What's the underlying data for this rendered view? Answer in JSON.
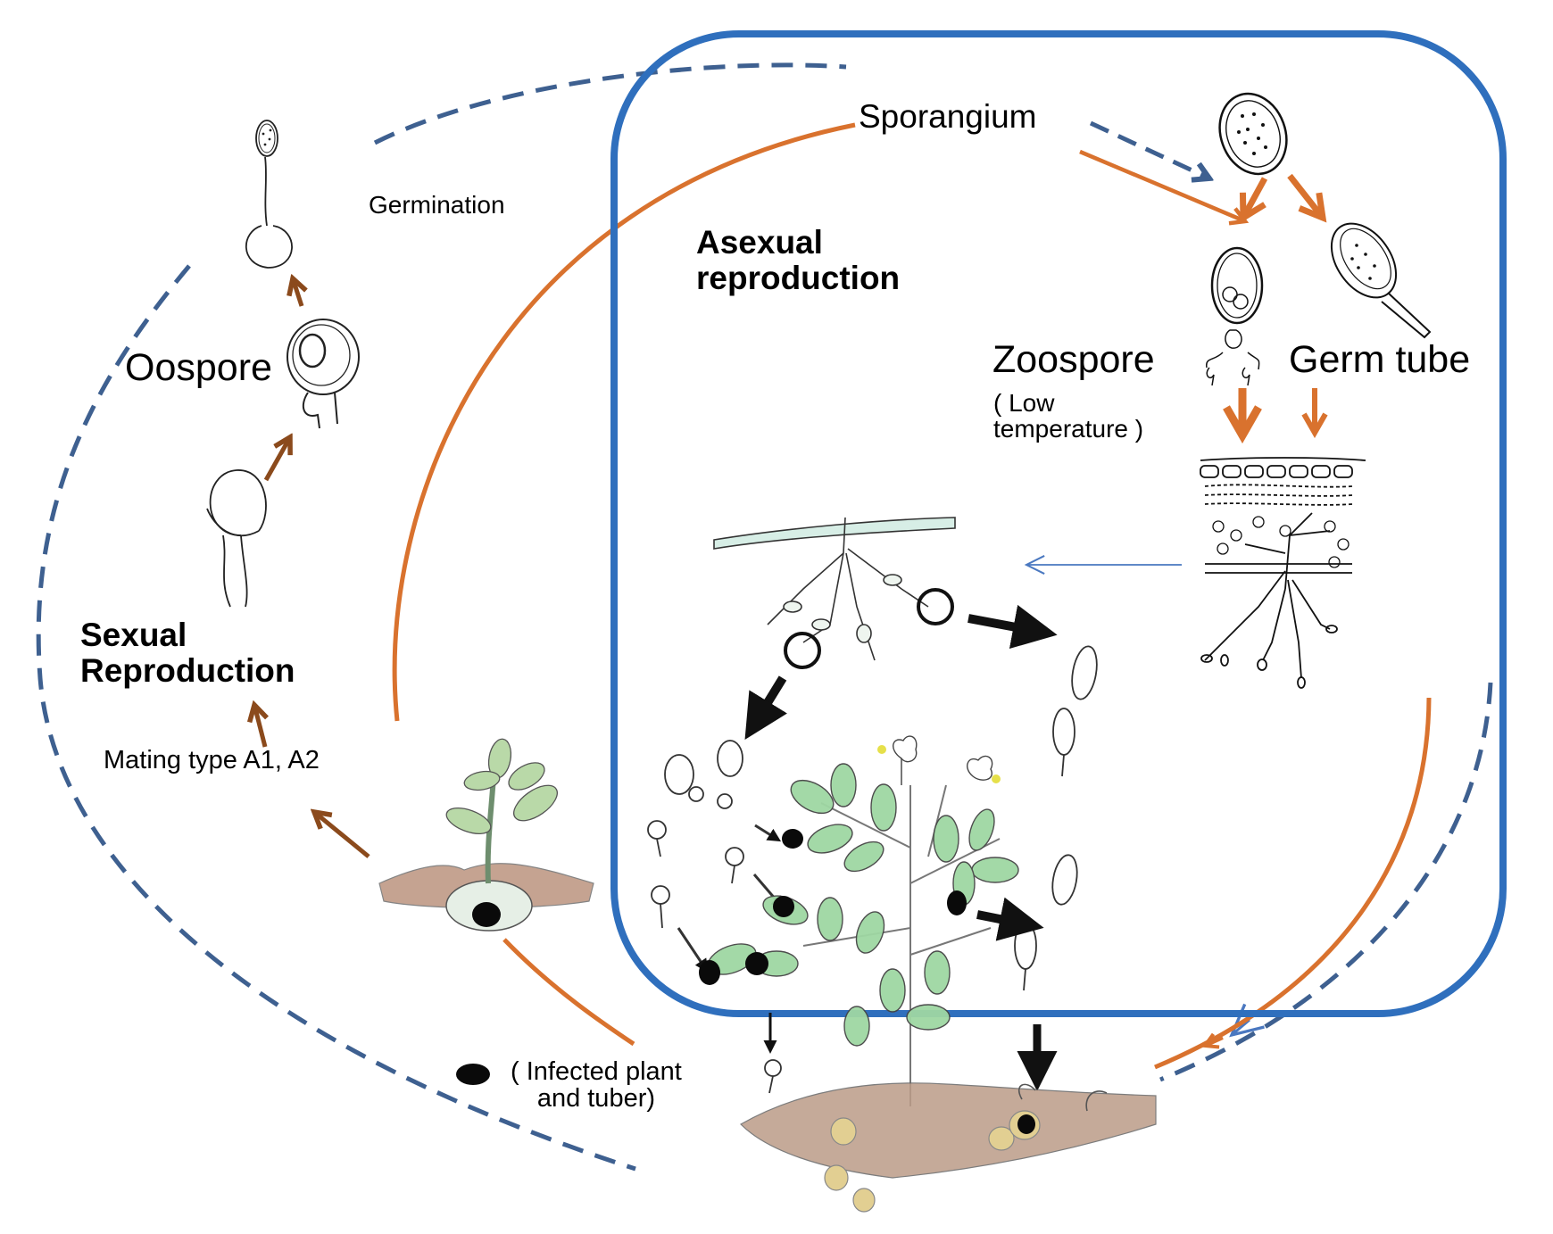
{
  "title": "Disease cycle of late blight (Phytophthora infestans)",
  "colors": {
    "asexual_box": "#2f6fbd",
    "asexual_cycle_arrow": "#d9722e",
    "sexual_cycle_arrow": "#8b4a1c",
    "overwintering_dashed": "#3e6090",
    "thin_arrow": "#4a78c0",
    "infection_marker": "#000000"
  },
  "labels": {
    "sporangium": "Sporangium",
    "germination": "Germination",
    "asexual_reproduction_line1": "Asexual",
    "asexual_reproduction_line2": "reproduction",
    "oospore": "Oospore",
    "zoospore": "Zoospore",
    "germ_tube": "Germ tube",
    "low_temperature_line1": "( Low",
    "low_temperature_line2": "temperature )",
    "sexual_reproduction_line1": "Sexual",
    "sexual_reproduction_line2": "Reproduction",
    "mating_type": "Mating type A1, A2",
    "legend_infected_line1": "( Infected plant",
    "legend_infected_line2": "and tuber)"
  },
  "stages": [
    {
      "id": "sporangium",
      "group": "asexual"
    },
    {
      "id": "zoospore",
      "group": "asexual",
      "condition": "Low temperature"
    },
    {
      "id": "germ-tube",
      "group": "asexual"
    },
    {
      "id": "leaf-infection",
      "group": "asexual"
    },
    {
      "id": "sporangiophores",
      "group": "asexual"
    },
    {
      "id": "infected-potato-plant",
      "group": "asexual"
    },
    {
      "id": "infected-seed-tuber",
      "group": "both"
    },
    {
      "id": "mating-A1-A2",
      "group": "sexual"
    },
    {
      "id": "oogonium-antheridium",
      "group": "sexual"
    },
    {
      "id": "oospore",
      "group": "sexual"
    },
    {
      "id": "oospore-germination",
      "group": "sexual"
    }
  ],
  "arrow_styles": {
    "solid_orange": "asexual cycle",
    "dashed_blue": "oospore / soil cycle",
    "solid_brown": "sexual reproduction steps"
  }
}
